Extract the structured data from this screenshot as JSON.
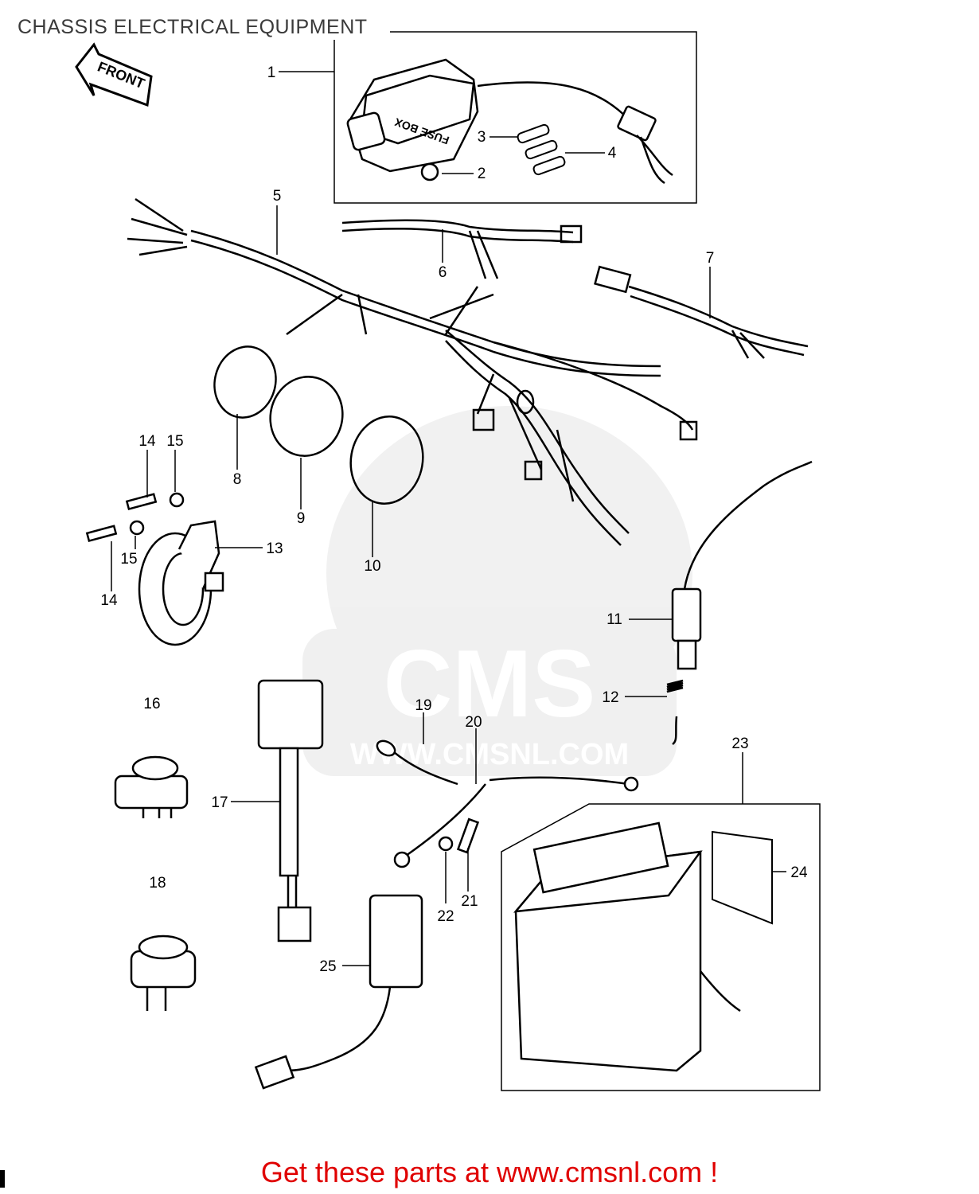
{
  "title": "CHASSIS ELECTRICAL EQUIPMENT",
  "front_label": "FRONT",
  "fuse_box_label": "FUSE BOX",
  "watermark": {
    "logo_text": "CMS",
    "url_text": "WWW.CMSNL.COM"
  },
  "callouts": [
    "1",
    "2",
    "3",
    "4",
    "5",
    "6",
    "7",
    "8",
    "9",
    "10",
    "11",
    "12",
    "13",
    "14",
    "15",
    "14",
    "15",
    "16",
    "17",
    "18",
    "19",
    "20",
    "21",
    "22",
    "23",
    "24",
    "25"
  ],
  "footer_cta": "Get these parts at www.cmsnl.com !"
}
